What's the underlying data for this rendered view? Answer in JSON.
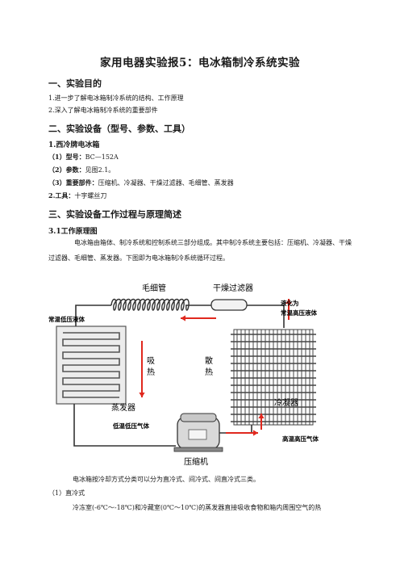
{
  "title": "家用电器实验报5：电冰箱制冷系统实验",
  "sections": [
    {
      "heading": "一、实验目的"
    },
    {
      "heading": "二、实验设备（型号、参数、工具）"
    },
    {
      "heading": "三、实验设备工作过程与原理简述"
    }
  ],
  "purpose": [
    "1.进一步了解电冰箱制冷系统的结构、工作原理",
    "2.深入了解电冰箱制冷系统的重要部件"
  ],
  "equipment": {
    "sub1": "1.西冷牌电冰箱",
    "model_label": "（1）型号：",
    "model_value": "BC—152A",
    "params_label": "（2）参数：",
    "params_value": "见图2.1。",
    "parts_label": "（3）重要部件：",
    "parts_value": "压缩机、冷凝器、干燥过滤器、毛细管、蒸发器",
    "tools_label": "2.工具：",
    "tools_value": "十字螺丝刀"
  },
  "principle": {
    "sub": "3.1工作原理图",
    "paragraph": "电冰箱由箱体、制冷系统和控制系统三部分组成。其中制冷系统主要包括：压缩机、冷凝器、干燥过滤器、毛细管、蒸发器。下图即为电冰箱制冷系统循环过程。",
    "after": "电冰箱按冷却方式分类可以分为直冷式、间冷式、间直冷式三类。",
    "item1": "（1）直冷式",
    "item1_text": "冷冻室(-6℃～-18℃)和冷藏室(0℃～10℃)的蒸发器直接吸收食物和箱内周围空气的热"
  },
  "diagram": {
    "capillary": "毛细管",
    "filter": "干燥过滤器",
    "normal_low": "常温低压液体",
    "liquefy": "液化为",
    "normal_high": "常温高压液体",
    "absorb": [
      "吸",
      "热"
    ],
    "dissipate": [
      "散",
      "热"
    ],
    "evaporator": "蒸发器",
    "condenser": "冷凝器",
    "low_gas": "低温低压气体",
    "high_gas": "高温高压气体",
    "compressor": "压缩机",
    "arrow_color": "#e0281e"
  }
}
